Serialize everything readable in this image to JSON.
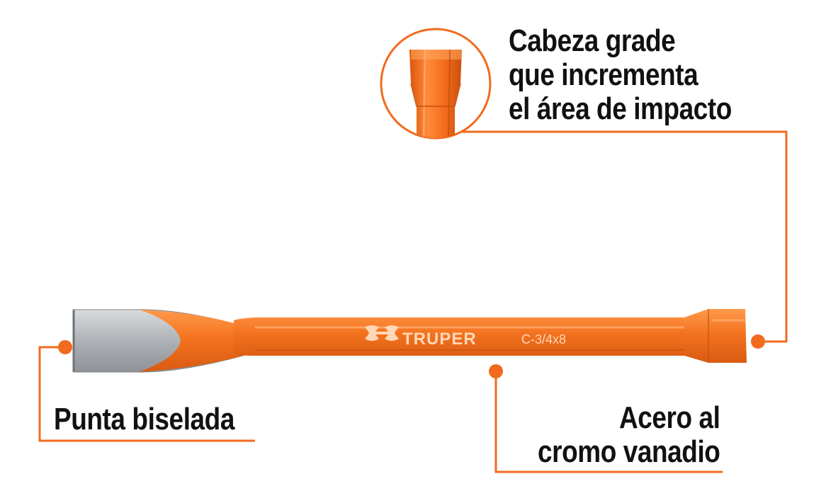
{
  "product": {
    "brand": "TRUPER",
    "model": "C-3/4x8"
  },
  "callouts": {
    "head": [
      "Cabeza grade",
      "que incrementa",
      "el área de impacto"
    ],
    "tip": [
      "Punta biselada"
    ],
    "steel": [
      "Acero al",
      "cromo vanadio"
    ]
  },
  "colors": {
    "accent": "#f26b1d",
    "handle": "#f4731f",
    "blade": "#b8bcc0",
    "text": "#111111"
  },
  "icons": {
    "brand_logo": "truper-logo-icon"
  }
}
